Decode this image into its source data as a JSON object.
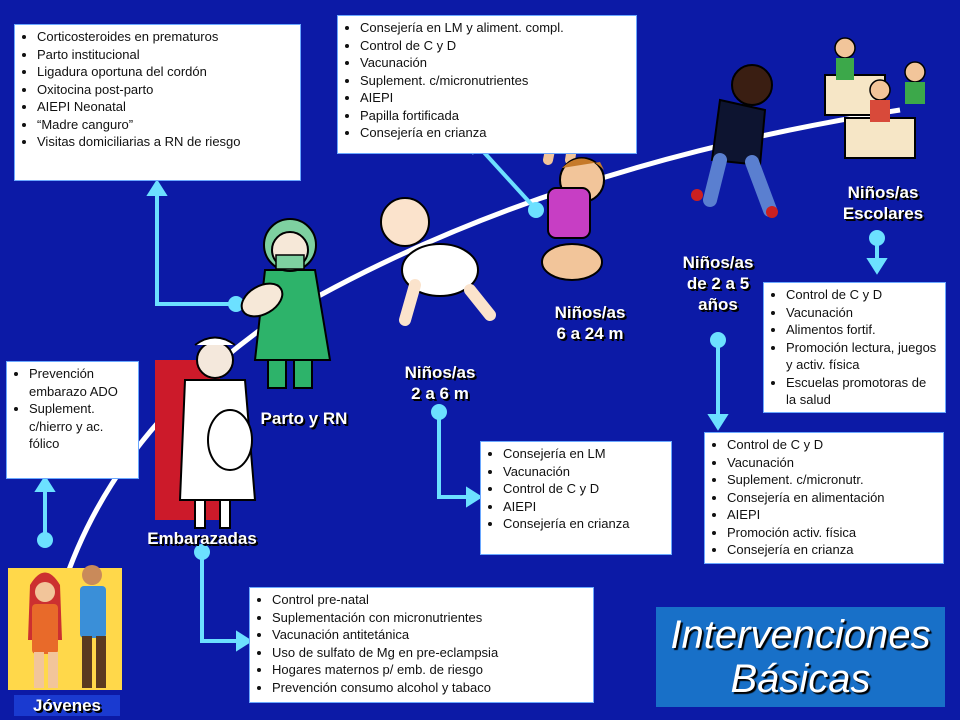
{
  "title": {
    "line1": "Intervenciones",
    "line2": "Básicas"
  },
  "colors": {
    "background": "#0c1aa6",
    "curve": "#ffffff",
    "connector": "#6ce0ff",
    "title_bg": "#1870c8"
  },
  "stages": {
    "jovenes": {
      "label": "Jóvenes",
      "items": [
        "Prevención embarazo ADO",
        "Suplement. c/hierro y ac. fólico"
      ]
    },
    "embarazadas": {
      "label": "Embarazadas",
      "items": [
        "Control pre-natal",
        "Suplementación con micronutrientes",
        "Vacunación antitetánica",
        "Uso de sulfato de Mg en pre-eclampsia",
        "Hogares maternos p/ emb. de riesgo",
        "Prevención consumo alcohol y tabaco"
      ]
    },
    "parto": {
      "label": "Parto y RN",
      "items": [
        "Corticosteroides en prematuros",
        "Parto institucional",
        "Ligadura oportuna del cordón",
        "Oxitocina post-parto",
        "AIEPI Neonatal",
        "“Madre canguro”",
        "Visitas domiciliarias a RN de riesgo"
      ]
    },
    "ninos_2_6": {
      "label": "Niños/as\n2 a 6 m",
      "items": [
        "Consejería en LM",
        "Vacunación",
        "Control de C y D",
        "AIEPI",
        "Consejería en crianza"
      ]
    },
    "ninos_6_24": {
      "label": "Niños/as\n6 a 24 m",
      "items": [
        "Consejería en LM y aliment. compl.",
        "Control de C y D",
        "Vacunación",
        "Suplement. c/micronutrientes",
        "AIEPI",
        "Papilla fortificada",
        "Consejería en crianza"
      ]
    },
    "ninos_2_5": {
      "label": "Niños/as\nde 2 a 5\naños",
      "items": [
        "Control de C y D",
        "Vacunación",
        "Suplement. c/micronutr.",
        "Consejería en alimentación",
        "AIEPI",
        "Promoción activ. física",
        "Consejería en crianza"
      ]
    },
    "escolares": {
      "label": "Niños/as\nEscolares",
      "items": [
        "Control de C y D",
        "Vacunación",
        "Alimentos fortif.",
        "Promoción lectura, juegos y activ. física",
        "Escuelas promotoras de la salud"
      ]
    }
  }
}
